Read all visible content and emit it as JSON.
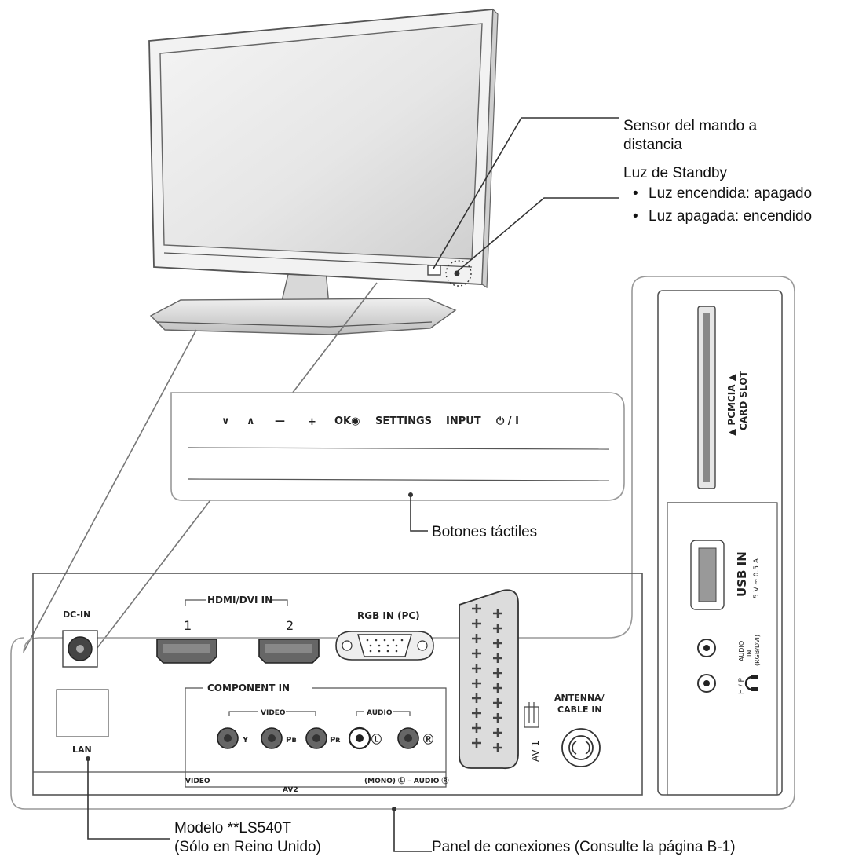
{
  "callouts": {
    "sensor_line1": "Sensor del mando a",
    "sensor_line2": "distancia",
    "standby_title": "Luz de Standby",
    "standby_item1": "Luz encendida: apagado",
    "standby_item2": "Luz apagada: encendido",
    "touch_buttons": "Botones táctiles",
    "model_line1": "Modelo **LS540T",
    "model_line2": "(Sólo en Reino Unido)",
    "connection_panel": "Panel de conexiones (Consulte la página  B-1)"
  },
  "touch_panel": {
    "buttons": [
      "∨",
      "∧",
      "—",
      "+",
      "OK◉",
      "SETTINGS",
      "INPUT",
      "⏻ / I"
    ]
  },
  "side_panel": {
    "pcmcia_line1": "▲ PCMCIA ▲",
    "pcmcia_line2": "CARD SLOT",
    "usb_label": "USB IN",
    "usb_rating": "5 V ⎓ 0.5 A",
    "audio_line1": "AUDIO",
    "audio_line2": "IN",
    "audio_line3": "(RGB/DVI)",
    "hp_label": "H / P",
    "hp_icon": "headphone-icon"
  },
  "rear_panel": {
    "dc_in": "DC-IN",
    "lan": "LAN",
    "hdmi_label": "HDMI/DVI IN",
    "hdmi_1": "1",
    "hdmi_2": "2",
    "rgb_in": "RGB IN (PC)",
    "component_in": "COMPONENT IN",
    "video_group": "VIDEO",
    "audio_group": "AUDIO",
    "y": "Y",
    "pb": "Pʙ",
    "pr": "Pʀ",
    "l": "Ⓛ",
    "r": "Ⓡ",
    "video_bottom": "VIDEO",
    "av2": "AV2",
    "mono_audio": "(MONO) Ⓛ – AUDIO  Ⓡ",
    "av1": "AV 1",
    "antenna_line1": "ANTENNA/",
    "antenna_line2": "CABLE IN"
  }
}
